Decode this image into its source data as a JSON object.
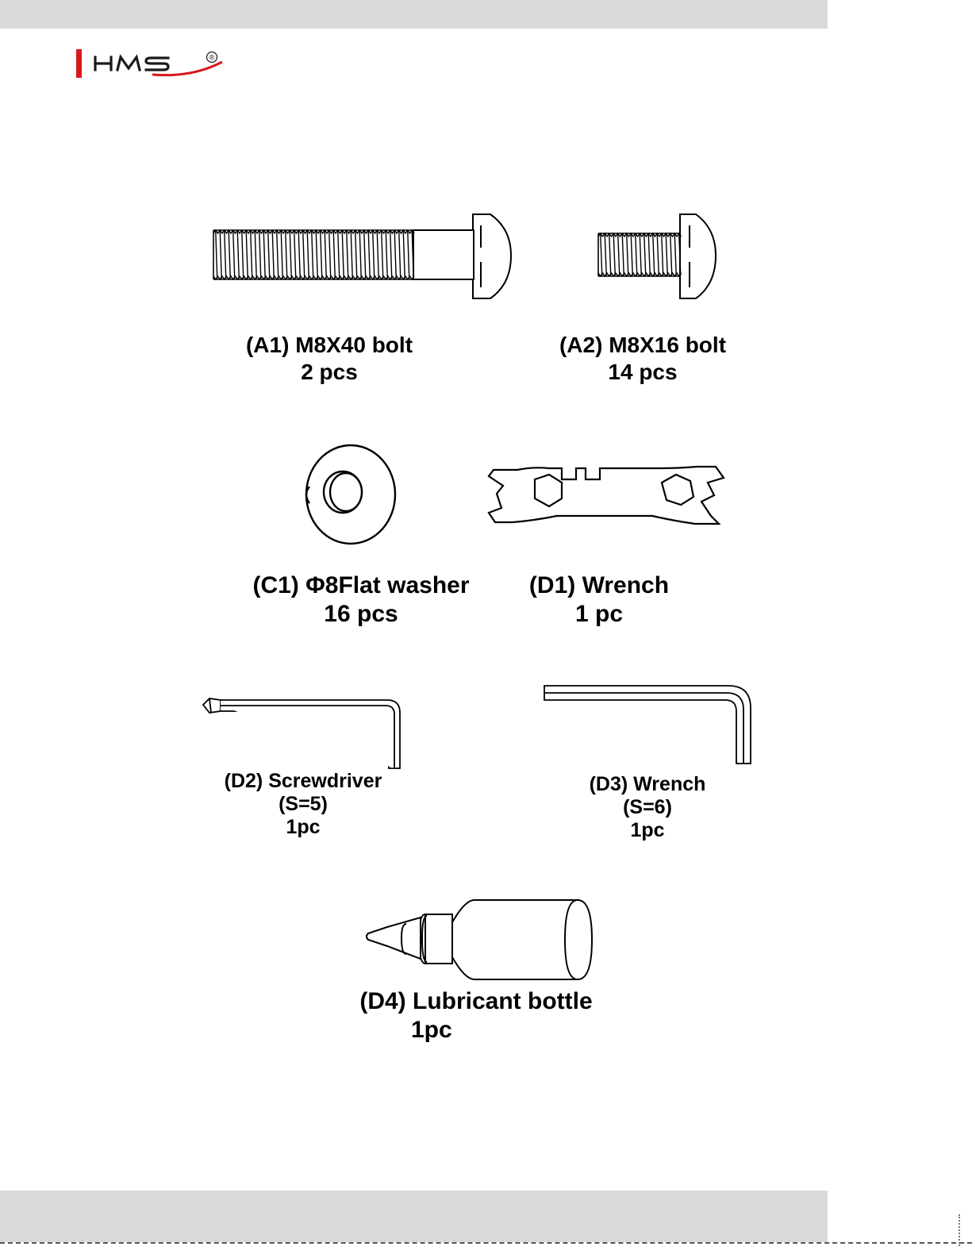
{
  "brand": {
    "name": "HMS",
    "registered": "®"
  },
  "parts": [
    {
      "id": "A1",
      "label": "(A1) M8X40  bolt",
      "qty": "2  pcs",
      "icon": "long-bolt-icon"
    },
    {
      "id": "A2",
      "label": "(A2) M8X16  bolt",
      "qty": "14  pcs",
      "icon": "short-bolt-icon"
    },
    {
      "id": "C1",
      "label": "(C1) Φ8Flat washer",
      "qty": "16  pcs",
      "icon": "flat-washer-icon"
    },
    {
      "id": "D1",
      "label": "(D1) Wrench",
      "qty": "1  pc",
      "icon": "double-open-wrench-icon"
    },
    {
      "id": "D2",
      "label": "(D2) Screwdriver",
      "spec": "(S=5)",
      "qty": "1pc",
      "icon": "l-screwdriver-icon"
    },
    {
      "id": "D3",
      "label": "(D3) Wrench",
      "spec": "(S=6)",
      "qty": "1pc",
      "icon": "hex-key-icon"
    },
    {
      "id": "D4",
      "label": "(D4) Lubricant bottle",
      "qty": "1pc",
      "icon": "lubricant-bottle-icon"
    }
  ]
}
